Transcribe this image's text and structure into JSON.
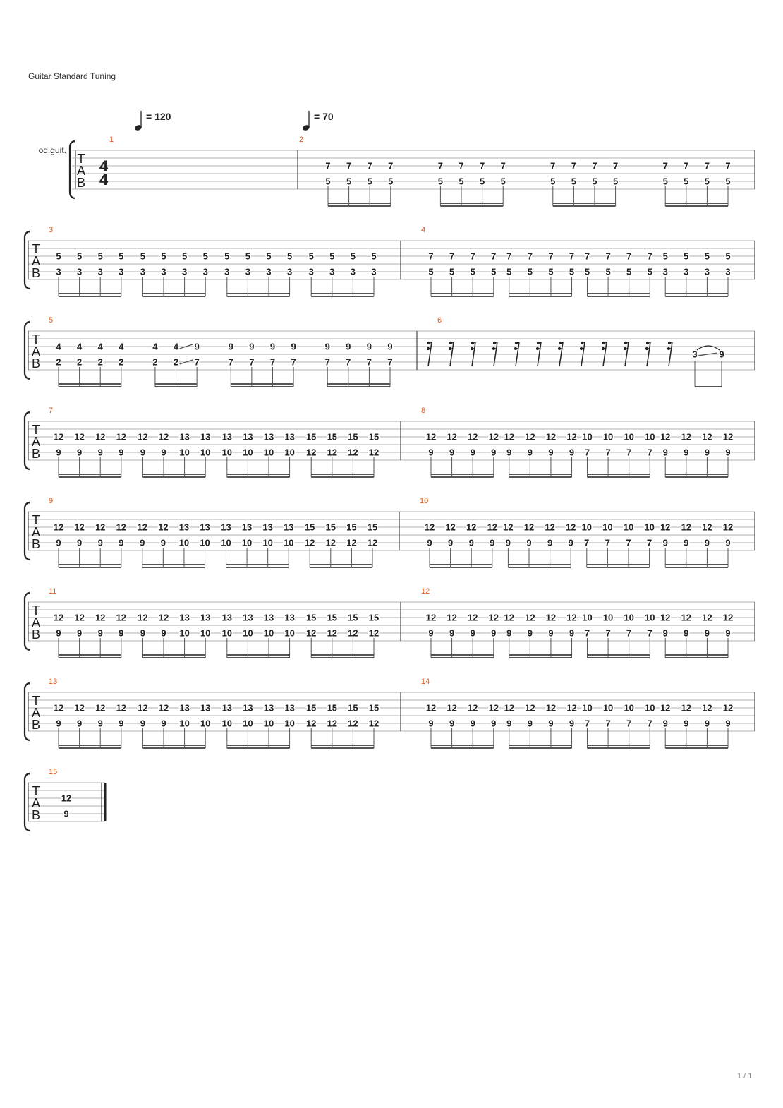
{
  "header": {
    "tuning": "Guitar Standard Tuning"
  },
  "track": {
    "name": "od.guit."
  },
  "time_signature": {
    "numerator": "4",
    "denominator": "4"
  },
  "tempos": [
    {
      "measure": 1,
      "label": "= 120"
    },
    {
      "measure": 2,
      "label": "= 70"
    }
  ],
  "clef": [
    "T",
    "A",
    "B"
  ],
  "footer": {
    "page": "1 / 1"
  },
  "colors": {
    "measure_number": "#e05a1c",
    "staff_line": "#b0b0b0",
    "ink": "#222222"
  },
  "measures": [
    {
      "number": "1",
      "kind": "empty"
    },
    {
      "number": "2",
      "kind": "notes",
      "top": [
        "7",
        "7",
        "7",
        "7",
        "7",
        "7",
        "7",
        "7",
        "7",
        "7",
        "7",
        "7",
        "7",
        "7",
        "7",
        "7"
      ],
      "bottom": [
        "5",
        "5",
        "5",
        "5",
        "5",
        "5",
        "5",
        "5",
        "5",
        "5",
        "5",
        "5",
        "5",
        "5",
        "5",
        "5"
      ]
    },
    {
      "number": "3",
      "kind": "notes",
      "top": [
        "5",
        "5",
        "5",
        "5",
        "5",
        "5",
        "5",
        "5",
        "5",
        "5",
        "5",
        "5",
        "5",
        "5",
        "5",
        "5"
      ],
      "bottom": [
        "3",
        "3",
        "3",
        "3",
        "3",
        "3",
        "3",
        "3",
        "3",
        "3",
        "3",
        "3",
        "3",
        "3",
        "3",
        "3"
      ]
    },
    {
      "number": "4",
      "kind": "notes",
      "top": [
        "7",
        "7",
        "7",
        "7",
        "7",
        "7",
        "7",
        "7",
        "7",
        "7",
        "7",
        "7",
        "5",
        "5",
        "5",
        "5"
      ],
      "bottom": [
        "5",
        "5",
        "5",
        "5",
        "5",
        "5",
        "5",
        "5",
        "5",
        "5",
        "5",
        "5",
        "3",
        "3",
        "3",
        "3"
      ]
    },
    {
      "number": "5",
      "kind": "notes",
      "top": [
        "4",
        "4",
        "4",
        "4",
        "4",
        "4",
        "9",
        "9",
        "9",
        "9",
        "9",
        "9",
        "9",
        "9",
        "9"
      ],
      "bottom": [
        "2",
        "2",
        "2",
        "2",
        "2",
        "2",
        "7",
        "7",
        "7",
        "7",
        "7",
        "7",
        "7",
        "7",
        "7"
      ],
      "slide_after": 5,
      "beam_groups": [
        4,
        3,
        4,
        4
      ]
    },
    {
      "number": "6",
      "kind": "rests",
      "rest_count": 12,
      "slur": {
        "from": "3",
        "to": "9"
      }
    },
    {
      "number": "7",
      "kind": "notes",
      "top": [
        "12",
        "12",
        "12",
        "12",
        "12",
        "12",
        "13",
        "13",
        "13",
        "13",
        "13",
        "13",
        "15",
        "15",
        "15",
        "15"
      ],
      "bottom": [
        "9",
        "9",
        "9",
        "9",
        "9",
        "9",
        "10",
        "10",
        "10",
        "10",
        "10",
        "10",
        "12",
        "12",
        "12",
        "12"
      ]
    },
    {
      "number": "8",
      "kind": "notes",
      "top": [
        "12",
        "12",
        "12",
        "12",
        "12",
        "12",
        "12",
        "12",
        "10",
        "10",
        "10",
        "10",
        "12",
        "12",
        "12",
        "12"
      ],
      "bottom": [
        "9",
        "9",
        "9",
        "9",
        "9",
        "9",
        "9",
        "9",
        "7",
        "7",
        "7",
        "7",
        "9",
        "9",
        "9",
        "9"
      ]
    },
    {
      "number": "9",
      "kind": "notes",
      "top": [
        "12",
        "12",
        "12",
        "12",
        "12",
        "12",
        "13",
        "13",
        "13",
        "13",
        "13",
        "13",
        "15",
        "15",
        "15",
        "15"
      ],
      "bottom": [
        "9",
        "9",
        "9",
        "9",
        "9",
        "9",
        "10",
        "10",
        "10",
        "10",
        "10",
        "10",
        "12",
        "12",
        "12",
        "12"
      ]
    },
    {
      "number": "10",
      "kind": "notes",
      "top": [
        "12",
        "12",
        "12",
        "12",
        "12",
        "12",
        "12",
        "12",
        "10",
        "10",
        "10",
        "10",
        "12",
        "12",
        "12",
        "12"
      ],
      "bottom": [
        "9",
        "9",
        "9",
        "9",
        "9",
        "9",
        "9",
        "9",
        "7",
        "7",
        "7",
        "7",
        "9",
        "9",
        "9",
        "9"
      ]
    },
    {
      "number": "11",
      "kind": "notes",
      "top": [
        "12",
        "12",
        "12",
        "12",
        "12",
        "12",
        "13",
        "13",
        "13",
        "13",
        "13",
        "13",
        "15",
        "15",
        "15",
        "15"
      ],
      "bottom": [
        "9",
        "9",
        "9",
        "9",
        "9",
        "9",
        "10",
        "10",
        "10",
        "10",
        "10",
        "10",
        "12",
        "12",
        "12",
        "12"
      ]
    },
    {
      "number": "12",
      "kind": "notes",
      "top": [
        "12",
        "12",
        "12",
        "12",
        "12",
        "12",
        "12",
        "12",
        "10",
        "10",
        "10",
        "10",
        "12",
        "12",
        "12",
        "12"
      ],
      "bottom": [
        "9",
        "9",
        "9",
        "9",
        "9",
        "9",
        "9",
        "9",
        "7",
        "7",
        "7",
        "7",
        "9",
        "9",
        "9",
        "9"
      ]
    },
    {
      "number": "13",
      "kind": "notes",
      "top": [
        "12",
        "12",
        "12",
        "12",
        "12",
        "12",
        "13",
        "13",
        "13",
        "13",
        "13",
        "13",
        "15",
        "15",
        "15",
        "15"
      ],
      "bottom": [
        "9",
        "9",
        "9",
        "9",
        "9",
        "9",
        "10",
        "10",
        "10",
        "10",
        "10",
        "10",
        "12",
        "12",
        "12",
        "12"
      ]
    },
    {
      "number": "14",
      "kind": "notes",
      "top": [
        "12",
        "12",
        "12",
        "12",
        "12",
        "12",
        "12",
        "12",
        "10",
        "10",
        "10",
        "10",
        "12",
        "12",
        "12",
        "12"
      ],
      "bottom": [
        "9",
        "9",
        "9",
        "9",
        "9",
        "9",
        "9",
        "9",
        "7",
        "7",
        "7",
        "7",
        "9",
        "9",
        "9",
        "9"
      ]
    },
    {
      "number": "15",
      "kind": "final",
      "top": [
        "12"
      ],
      "bottom": [
        "9"
      ]
    }
  ]
}
